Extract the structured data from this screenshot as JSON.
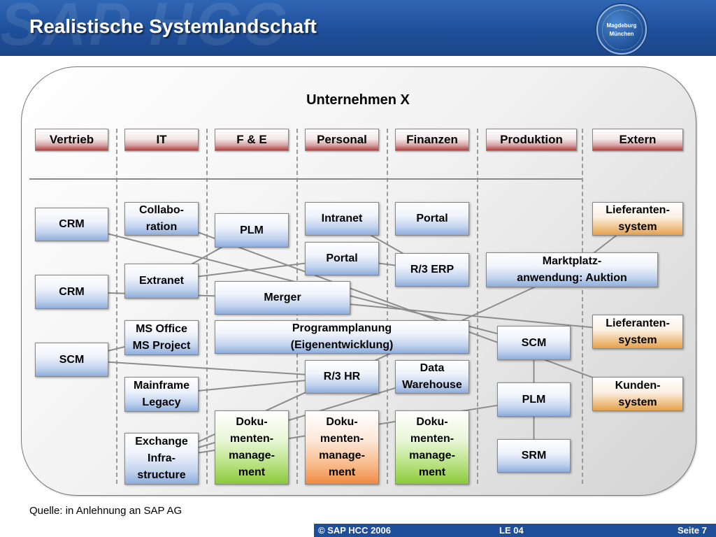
{
  "header": {
    "title": "Realistische Systemlandschaft",
    "watermark": "SAP HCC",
    "badge_line1": "Magdeburg",
    "badge_line2": "München",
    "color": "#1f4f99"
  },
  "diagram": {
    "title": "Unternehmen X",
    "departments": [
      {
        "id": "vertrieb",
        "label": "Vertrieb"
      },
      {
        "id": "it",
        "label": "IT"
      },
      {
        "id": "fe",
        "label": "F & E"
      },
      {
        "id": "personal",
        "label": "Personal"
      },
      {
        "id": "finanzen",
        "label": "Finanzen"
      },
      {
        "id": "produktion",
        "label": "Produktion"
      },
      {
        "id": "extern",
        "label": "Extern"
      }
    ],
    "systems": [
      {
        "id": "crm1",
        "label": "CRM",
        "color": "blue"
      },
      {
        "id": "crm2",
        "label": "CRM",
        "color": "blue"
      },
      {
        "id": "scm_left",
        "label": "SCM",
        "color": "blue"
      },
      {
        "id": "collaboration",
        "label": "Collabo-\nration",
        "color": "blue"
      },
      {
        "id": "extranet",
        "label": "Extranet",
        "color": "blue"
      },
      {
        "id": "msoffice",
        "label": "MS Office\nMS Project",
        "color": "blue"
      },
      {
        "id": "mainframe",
        "label": "Mainframe\nLegacy",
        "color": "blue"
      },
      {
        "id": "exchange",
        "label": "Exchange\nInfra-\nstructure",
        "color": "blue"
      },
      {
        "id": "plm_fe",
        "label": "PLM",
        "color": "blue"
      },
      {
        "id": "merger",
        "label": "Merger",
        "color": "blue"
      },
      {
        "id": "programm",
        "label": "Programmplanung\n(Eigenentwicklung)",
        "color": "blue"
      },
      {
        "id": "doku_green",
        "label": "Doku-\nmenten-\nmanage-\nment",
        "color": "green"
      },
      {
        "id": "intranet",
        "label": "Intranet",
        "color": "blue"
      },
      {
        "id": "portal_p",
        "label": "Portal",
        "color": "blue"
      },
      {
        "id": "r3hr",
        "label": "R/3 HR",
        "color": "blue"
      },
      {
        "id": "doku_orange",
        "label": "Doku-\nmenten-\nmanage-\nment",
        "color": "orange"
      },
      {
        "id": "portal_f",
        "label": "Portal",
        "color": "blue"
      },
      {
        "id": "r3erp",
        "label": "R/3 ERP",
        "color": "blue"
      },
      {
        "id": "datawh",
        "label": "Data\nWarehouse",
        "color": "blue"
      },
      {
        "id": "doku_fin",
        "label": "Doku-\nmenten-\nmanage-\nment",
        "color": "green"
      },
      {
        "id": "marktplatz",
        "label": "Marktplatz-\nanwendung: Auktion",
        "color": "blue"
      },
      {
        "id": "scm_prod",
        "label": "SCM",
        "color": "blue"
      },
      {
        "id": "plm_prod",
        "label": "PLM",
        "color": "blue"
      },
      {
        "id": "srm",
        "label": "SRM",
        "color": "blue"
      },
      {
        "id": "lief1",
        "label": "Lieferanten-\nsystem",
        "color": "orange-grad"
      },
      {
        "id": "lief2",
        "label": "Lieferanten-\nsystem",
        "color": "orange-grad"
      },
      {
        "id": "kunden",
        "label": "Kunden-\nsystem",
        "color": "orange-grad"
      }
    ],
    "links": [
      [
        "crm1",
        "scm_prod"
      ],
      [
        "collaboration",
        "kunden"
      ],
      [
        "crm2",
        "merger"
      ],
      [
        "scm_left",
        "msoffice"
      ],
      [
        "scm_left",
        "r3hr"
      ],
      [
        "extranet",
        "plm_fe"
      ],
      [
        "extranet",
        "portal_p"
      ],
      [
        "exchange",
        "marktplatz"
      ],
      [
        "exchange",
        "plm_prod"
      ],
      [
        "exchange",
        "datawh"
      ],
      [
        "mainframe",
        "r3hr"
      ],
      [
        "merger",
        "lief2"
      ],
      [
        "marktplatz",
        "lief1"
      ],
      [
        "intranet",
        "r3erp"
      ],
      [
        "portal_p",
        "r3erp"
      ],
      [
        "scm_prod",
        "srm"
      ]
    ]
  },
  "source_note": "Quelle: in Anlehnung an SAP AG",
  "footer": {
    "copyright": "© SAP HCC 2006",
    "lecture": "LE 04",
    "page": "Seite 7"
  }
}
